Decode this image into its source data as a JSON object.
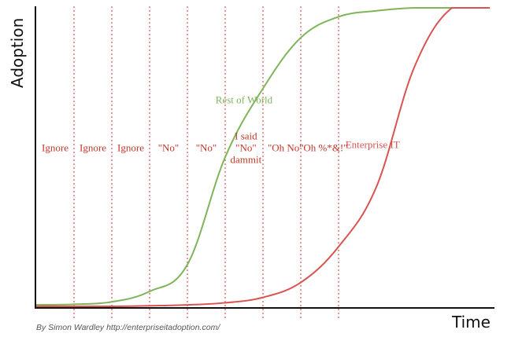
{
  "chart_data": {
    "type": "line",
    "title": "",
    "xlabel": "Time",
    "ylabel": "Adoption",
    "xlim": [
      0,
      12
    ],
    "ylim": [
      0,
      100
    ],
    "grid": false,
    "credit": "By Simon Wardley http://enterpriseitadoption.com/",
    "colors": {
      "rest_of_world": "#7fb45a",
      "enterprise_it": "#d9534f",
      "phase_lines": "#d9534f",
      "text": "#c0392b"
    },
    "series": [
      {
        "name": "Rest of World",
        "x": [
          0,
          1,
          2,
          3,
          4,
          5,
          6,
          7,
          8,
          9,
          10,
          11,
          12
        ],
        "values": [
          0.5,
          0.7,
          1.5,
          5,
          14,
          50,
          73,
          90,
          97,
          99,
          100,
          100,
          100
        ]
      },
      {
        "name": "Enterprise IT",
        "x": [
          0,
          1,
          2,
          3,
          4,
          5,
          6,
          7,
          8,
          9,
          10,
          11,
          12
        ],
        "values": [
          0,
          0,
          0,
          0.2,
          0.5,
          1.2,
          3,
          8,
          20,
          40,
          80,
          100,
          100
        ]
      }
    ],
    "phase_boundaries_x": [
      1,
      2,
      3,
      4,
      5,
      6,
      7,
      8
    ],
    "phases": [
      {
        "lines": [
          "Ignore"
        ],
        "x": 0.5
      },
      {
        "lines": [
          "Ignore"
        ],
        "x": 1.5
      },
      {
        "lines": [
          "Ignore"
        ],
        "x": 2.5
      },
      {
        "lines": [
          "\"No\""
        ],
        "x": 3.5
      },
      {
        "lines": [
          "\"No\""
        ],
        "x": 4.5
      },
      {
        "lines": [
          "I said",
          "\"No\"",
          "dammit"
        ],
        "x": 5.55
      },
      {
        "lines": [
          "\"Oh No\""
        ],
        "x": 6.6
      },
      {
        "lines": [
          "\"Oh ",
          "%*&!\""
        ],
        "x": 7.6
      }
    ],
    "phase_label_y": 53,
    "series_label_positions": {
      "Rest of World": {
        "x": 5.5,
        "y": 68
      },
      "Enterprise IT": {
        "x": 8.9,
        "y": 53
      }
    }
  }
}
